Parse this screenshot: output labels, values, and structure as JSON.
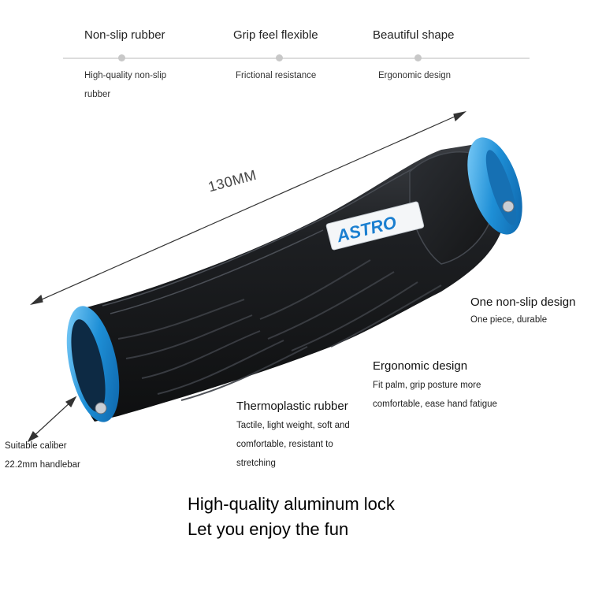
{
  "features": [
    {
      "title": "Non-slip rubber",
      "desc_lines": [
        "High-quality non-slip",
        "rubber"
      ]
    },
    {
      "title": "Grip feel flexible",
      "desc_lines": [
        "Frictional resistance"
      ]
    },
    {
      "title": "Beautiful shape",
      "desc_lines": [
        "Ergonomic design"
      ]
    }
  ],
  "product": {
    "dimension_label": "130MM",
    "brand_label": "ASTRO",
    "colors": {
      "rubber": "#1d1f22",
      "lock": "#1e8fd6",
      "lock_light": "#6cc4f5"
    }
  },
  "callouts": {
    "non_slip": {
      "title": "One non-slip design",
      "desc_lines": [
        "One piece, durable"
      ]
    },
    "ergonomic": {
      "title": "Ergonomic design",
      "desc_lines": [
        "Fit palm, grip posture more",
        "comfortable, ease hand fatigue"
      ]
    },
    "thermoplastic": {
      "title": "Thermoplastic rubber",
      "desc_lines": [
        "Tactile, light weight, soft and",
        "comfortable, resistant to",
        "stretching"
      ]
    },
    "caliber": {
      "desc_lines": [
        "Suitable caliber",
        "22.2mm handlebar"
      ]
    }
  },
  "slogan": {
    "lines": [
      "High-quality aluminum lock",
      "Let you enjoy the fun"
    ]
  }
}
